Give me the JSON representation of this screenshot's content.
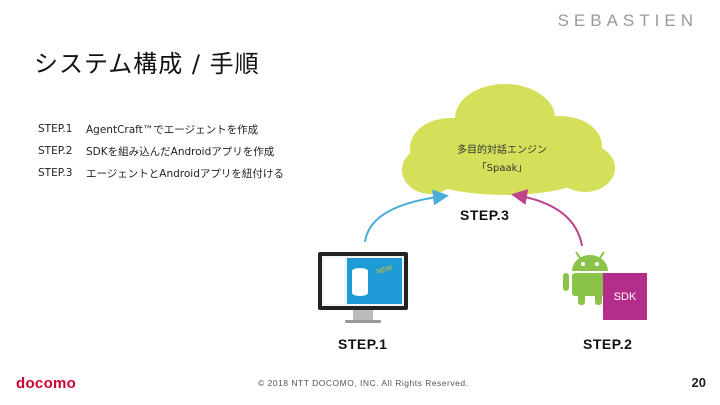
{
  "brand": "SEBASTIEN",
  "title": "システム構成 / 手順",
  "steps": [
    {
      "num": "STEP.1",
      "text": "AgentCraft™でエージェントを作成"
    },
    {
      "num": "STEP.2",
      "text": "SDKを組み込んだAndroidアプリを作成"
    },
    {
      "num": "STEP.3",
      "text": "エージェントとAndroidアプリを紐付ける"
    }
  ],
  "diagram": {
    "cloud_line1": "多目的対話エンジン",
    "cloud_line2": "「Spaak」",
    "step3_label": "STEP.3",
    "step1_label": "STEP.1",
    "step2_label": "STEP.2",
    "new_badge": "NEW",
    "sdk_label": "SDK",
    "colors": {
      "cloud": "#d4e05a",
      "arrow_left": "#4aaed9",
      "arrow_right": "#c0428a",
      "android": "#8bc34a",
      "sdk": "#b32d8a"
    }
  },
  "footer": {
    "logo": "docomo",
    "copyright": "© 2018 NTT DOCOMO, INC. All Rights Reserved.",
    "page_number": "20"
  }
}
